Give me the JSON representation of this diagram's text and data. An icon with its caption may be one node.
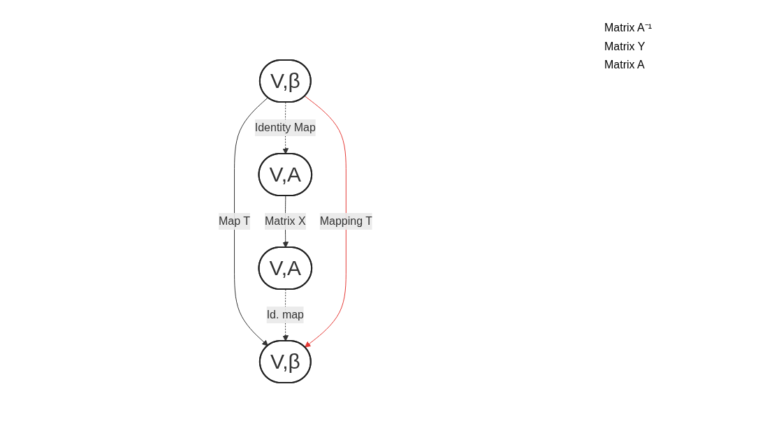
{
  "diagram": {
    "nodes": [
      {
        "text": [
          "V,A"
        ]
      },
      {
        "text": [
          "V,β"
        ]
      },
      {
        "text": [
          "V,A"
        ]
      },
      {
        "text": [
          "V,β"
        ]
      }
    ],
    "edges": [
      {
        "from": 1,
        "to": 0,
        "arrow": "to",
        "style": "dashed",
        "label": "Identity Map"
      },
      {
        "from": 0,
        "to": 2,
        "arrow": "to",
        "label": "Matrix X"
      },
      {
        "from": 1,
        "to": 3,
        "arrow": "to",
        "label": "Map T"
      },
      {
        "from": 2,
        "to": 3,
        "arrow": "to",
        "style": "dashed",
        "label": "Id. map"
      },
      {
        "from": 1,
        "to": 3,
        "arrow": "to",
        "color": "#e53935",
        "label": "Mapping T"
      }
    ],
    "labels": [
      "Matrix A⁻¹",
      "Matrix Y",
      "Matrix A"
    ]
  }
}
